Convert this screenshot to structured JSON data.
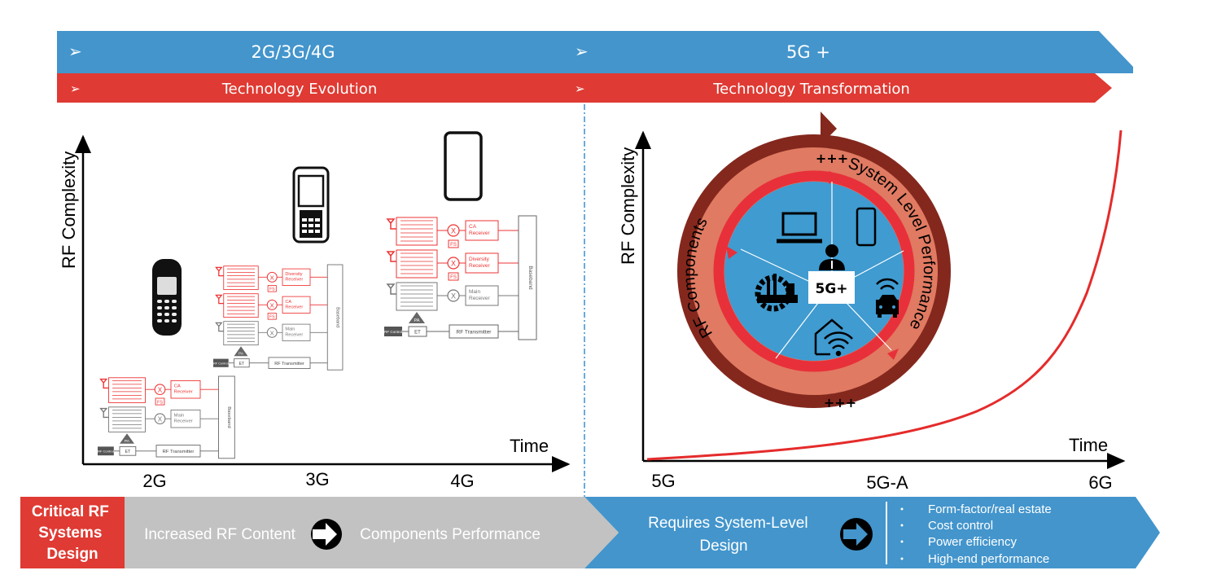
{
  "banner": {
    "left_generation": "2G/3G/4G",
    "right_generation": "5G +",
    "left_theme": "Technology Evolution",
    "right_theme": "Technology Transformation",
    "bullet_glyph": "➢"
  },
  "left_chart": {
    "ylabel": "RF Complexity",
    "xlabel": "Time",
    "ticks": [
      "2G",
      "3G",
      "4G"
    ],
    "diagrams": [
      {
        "generation": "2G",
        "rows": [
          {
            "label": "CA Receiver",
            "red": true
          },
          {
            "label": "Main Receiver",
            "red": false
          }
        ]
      },
      {
        "generation": "3G",
        "rows": [
          {
            "label": "Diversity Receiver",
            "red": true
          },
          {
            "label": "CA Receiver",
            "red": true
          },
          {
            "label": "Main Receiver",
            "red": false
          }
        ]
      },
      {
        "generation": "4G",
        "rows": [
          {
            "label": "CA Receiver",
            "red": true
          },
          {
            "label": "Diversity Receiver",
            "red": true
          },
          {
            "label": "Main Receiver",
            "red": false
          }
        ]
      }
    ],
    "block_labels": {
      "fs": "FS",
      "pa": "PA",
      "et": "ET",
      "rf_control": "RF Control",
      "rf_transmitter": "RF Transmitter",
      "baseband": "Baseband"
    }
  },
  "right_chart": {
    "ylabel": "RF Complexity",
    "xlabel": "Time",
    "ticks": [
      "5G",
      "5G-A",
      "6G"
    ],
    "cycle": {
      "center_label": "5G+",
      "left_label": "RF Components",
      "right_label": "System Level Performance",
      "top_marks": "+++",
      "bottom_marks": "+++",
      "icons": [
        "laptop-icon",
        "smartphone-icon",
        "connected-car-icon",
        "smart-home-wifi-icon",
        "smart-factory-icon",
        "user-icon"
      ]
    }
  },
  "bottom": {
    "label": "Critical RF Systems Design",
    "label_lines": [
      "Critical RF",
      "Systems",
      "Design"
    ],
    "left_from": "Increased RF Content",
    "left_to": "Components Performance",
    "right_lines": [
      "Requires System-Level",
      "Design"
    ],
    "bullets": [
      "Form-factor/real estate",
      "Cost control",
      "Power efficiency",
      "High-end performance"
    ]
  },
  "colors": {
    "blue": "#4395cc",
    "red": "#df3a33",
    "grey": "#c2c2c2",
    "dark_brown": "#84281e",
    "salmon": "#e07a62",
    "ring_red": "#e8303a",
    "inner_blue": "#3f9bd0"
  }
}
